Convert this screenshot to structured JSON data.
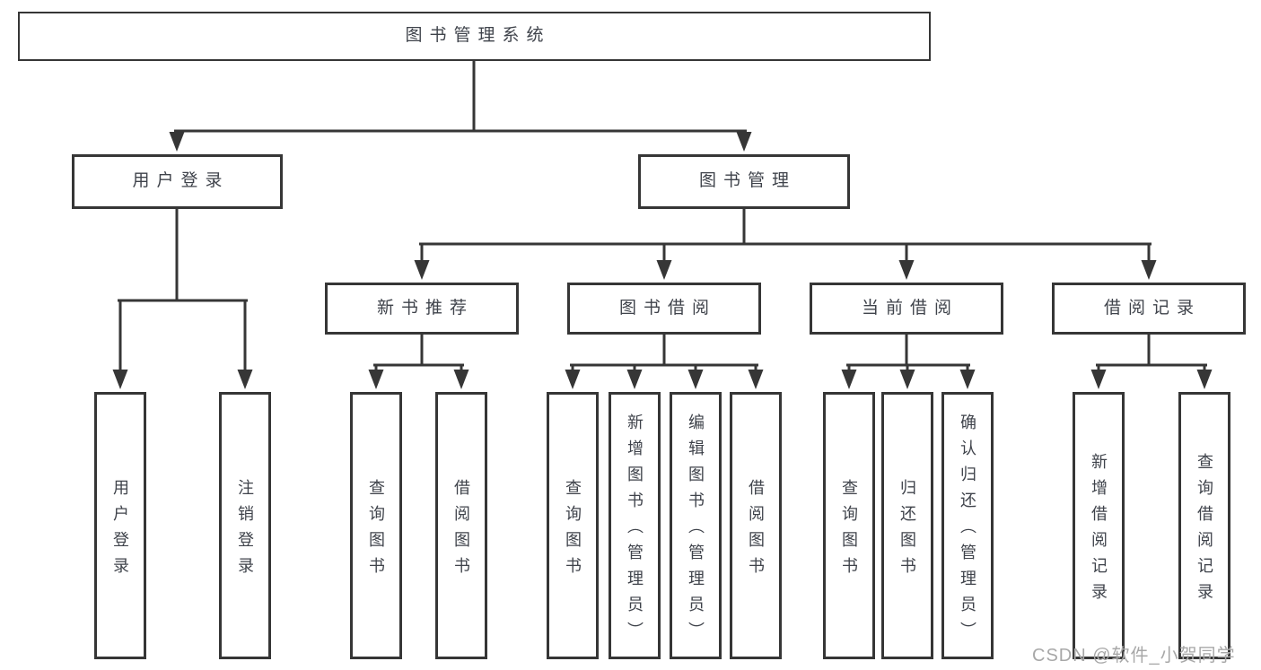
{
  "diagram": {
    "type": "hierarchy-tree",
    "root": {
      "label": "图书管理系统"
    },
    "branches": [
      {
        "label": "用户登录",
        "children": [
          {
            "label": "用户登录"
          },
          {
            "label": "注销登录"
          }
        ]
      },
      {
        "label": "图书管理",
        "children": [
          {
            "label": "新书推荐",
            "children": [
              {
                "label": "查询图书"
              },
              {
                "label": "借阅图书"
              }
            ]
          },
          {
            "label": "图书借阅",
            "children": [
              {
                "label": "查询图书"
              },
              {
                "label": "新增图书（管理员）"
              },
              {
                "label": "编辑图书（管理员）"
              },
              {
                "label": "借阅图书"
              }
            ]
          },
          {
            "label": "当前借阅",
            "children": [
              {
                "label": "查询图书"
              },
              {
                "label": "归还图书"
              },
              {
                "label": "确认归还（管理员）"
              }
            ]
          },
          {
            "label": "借阅记录",
            "children": [
              {
                "label": "新增借阅记录"
              },
              {
                "label": "查询借阅记录"
              }
            ]
          }
        ]
      }
    ],
    "watermark": "CSDN @软件_小贺同学",
    "colors": {
      "line": "#363636",
      "box_border": "#363636",
      "text": "#3f434b",
      "background": "#ffffff",
      "watermark": "#a8a8a8"
    }
  }
}
